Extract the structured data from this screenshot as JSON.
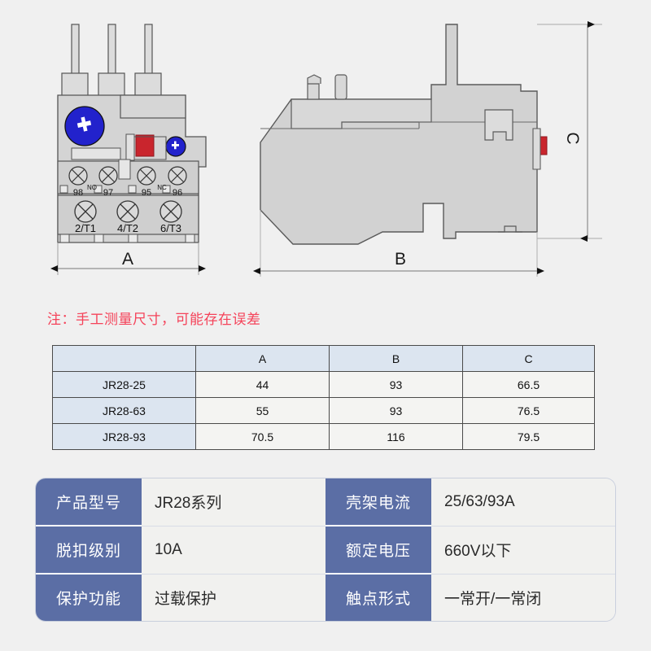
{
  "background_color": "#f0f0f0",
  "note": {
    "text": "注：手工测量尺寸，可能存在误差",
    "color": "#f5435a"
  },
  "drawing": {
    "front_view": {
      "dimension_label": "A",
      "terminals_top_row": [
        {
          "label": "98"
        },
        {
          "label": "97"
        },
        {
          "label": "95"
        },
        {
          "label": "96"
        }
      ],
      "contact_markers": [
        {
          "label": "NO"
        },
        {
          "label": "NC"
        }
      ],
      "terminals_bottom_row": [
        {
          "label": "2/T1"
        },
        {
          "label": "4/T2"
        },
        {
          "label": "6/T3"
        }
      ],
      "dial_color": "#2222cc",
      "reset_button_color": "#c9252d",
      "body_color": "#d4d4d4"
    },
    "side_view": {
      "dimension_label_horizontal": "B",
      "dimension_label_vertical": "C",
      "body_color": "#d4d4d4",
      "reset_button_color": "#c9252d"
    }
  },
  "dimension_table": {
    "headers": [
      "",
      "A",
      "B",
      "C"
    ],
    "rows": [
      {
        "model": "JR28-25",
        "a": "44",
        "b": "93",
        "c": "66.5"
      },
      {
        "model": "JR28-63",
        "a": "55",
        "b": "93",
        "c": "76.5"
      },
      {
        "model": "JR28-93",
        "a": "70.5",
        "b": "116",
        "c": "79.5"
      }
    ],
    "header_bg": "#dce5f0",
    "cell_bg": "#f4f4f2"
  },
  "spec_table": {
    "header_bg": "#5b6ea5",
    "value_bg": "#f1f1ef",
    "rows": [
      {
        "key_left": "产品型号",
        "val_left": "JR28系列",
        "key_right": "壳架电流",
        "val_right": "25/63/93A"
      },
      {
        "key_left": "脱扣级别",
        "val_left": "10A",
        "key_right": "额定电压",
        "val_right": "660V以下"
      },
      {
        "key_left": "保护功能",
        "val_left": "过载保护",
        "key_right": "触点形式",
        "val_right": "一常开/一常闭"
      }
    ]
  }
}
